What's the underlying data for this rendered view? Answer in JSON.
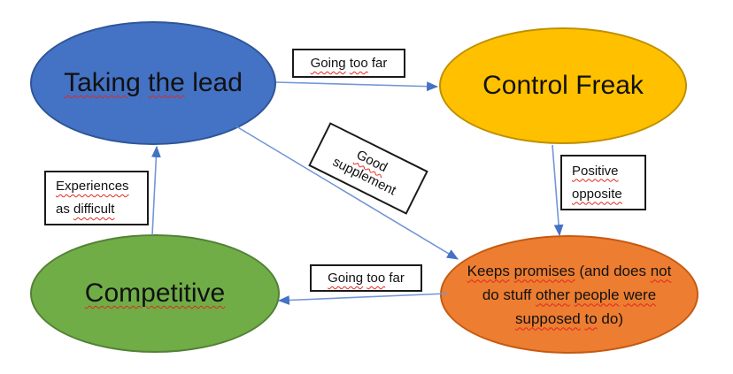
{
  "diagram": {
    "background": "#ffffff",
    "arrow_line_color": "#7396d6",
    "arrowhead_color": "#4472c4",
    "squiggle_color": "#e0281e",
    "nodes": {
      "taking_the_lead": {
        "title": "Taking the lead",
        "fill": "#4472c4",
        "border": "#2f5597",
        "words": [
          {
            "t": "Taking",
            "s": true
          },
          {
            "t": "the",
            "s": true
          },
          {
            "t": "lead",
            "s": false
          }
        ]
      },
      "control_freak": {
        "title": "Control Freak",
        "fill": "#ffc000",
        "border": "#bf9000",
        "words": [
          {
            "t": "Control",
            "s": false
          },
          {
            "t": "Freak",
            "s": false
          }
        ]
      },
      "competitive": {
        "title": "Competitive",
        "fill": "#70ad47",
        "border": "#538135",
        "words": [
          {
            "t": "Competitive",
            "s": true
          }
        ]
      },
      "keeps_promises": {
        "title": "Keeps promises (and does not do stuff other people were supposed to do)",
        "fill": "#ed7d31",
        "border": "#c55a11",
        "lines": [
          [
            {
              "t": "Keeps",
              "s": true
            },
            {
              "t": "promises",
              "s": true
            },
            {
              "t": "(and",
              "s": false
            },
            {
              "t": "does",
              "s": false
            },
            {
              "t": "not",
              "s": true
            }
          ],
          [
            {
              "t": "do",
              "s": false
            },
            {
              "t": "stuff",
              "s": false
            },
            {
              "t": "other",
              "s": true
            },
            {
              "t": "people",
              "s": true
            },
            {
              "t": "were",
              "s": true
            }
          ],
          [
            {
              "t": "supposed",
              "s": true
            },
            {
              "t": "to",
              "s": true
            },
            {
              "t": "do)",
              "s": false
            }
          ]
        ]
      }
    },
    "labels": {
      "going_too_far_top": {
        "text": "Going too far",
        "words": [
          {
            "t": "Going",
            "s": true
          },
          {
            "t": "too",
            "s": true
          },
          {
            "t": "far",
            "s": false
          }
        ]
      },
      "good_supplement": {
        "text": "Good supplement",
        "lines": [
          [
            {
              "t": "Good",
              "s": true
            }
          ],
          [
            {
              "t": "supplement",
              "s": false
            }
          ]
        ]
      },
      "positive_opposite": {
        "text": "Positive opposite",
        "lines": [
          [
            {
              "t": "Positive",
              "s": true
            }
          ],
          [
            {
              "t": "opposite",
              "s": true
            }
          ]
        ]
      },
      "experiences_as_difficult": {
        "text": "Experiences as difficult",
        "lines": [
          [
            {
              "t": "Experiences",
              "s": true
            }
          ],
          [
            {
              "t": "as",
              "s": false
            },
            {
              "t": "difficult",
              "s": true
            }
          ]
        ]
      },
      "going_too_far_bottom": {
        "text": "Going too far",
        "words": [
          {
            "t": "Going",
            "s": true
          },
          {
            "t": "too",
            "s": true
          },
          {
            "t": "far",
            "s": false
          }
        ]
      }
    },
    "relations": [
      {
        "from": "Taking the lead",
        "to": "Control Freak",
        "label": "Going too far"
      },
      {
        "from": "Taking the lead",
        "to": "Keeps promises (and does not do stuff other people were supposed to do)",
        "label": "Good supplement"
      },
      {
        "from": "Control Freak",
        "to": "Keeps promises (and does not do stuff other people were supposed to do)",
        "label": "Positive opposite"
      },
      {
        "from": "Keeps promises (and does not do stuff other people were supposed to do)",
        "to": "Competitive",
        "label": "Going too far"
      },
      {
        "from": "Competitive",
        "to": "Taking the lead",
        "label": "Experiences as difficult"
      }
    ]
  }
}
